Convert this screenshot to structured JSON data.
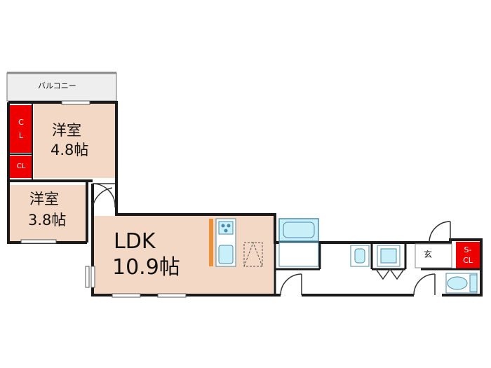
{
  "balcony": {
    "label": "バルコニー"
  },
  "rooms": {
    "western_a": {
      "name": "洋室",
      "size": "4.8帖"
    },
    "western_b": {
      "name": "洋室",
      "size": "3.8帖"
    },
    "ldk": {
      "name": "LDK",
      "size": "10.9帖"
    }
  },
  "closets": {
    "cl_large": {
      "line1": "C",
      "line2": "L"
    },
    "cl_small": {
      "label": "CL"
    },
    "shoe_cl": {
      "line1": "S-",
      "line2": "CL"
    }
  },
  "entrance": {
    "label": "玄"
  },
  "colors": {
    "room_fill": "#f3d8c5",
    "closet_fill": "#ee0000",
    "wall": "#1a1a1a",
    "fixture_fill": "#c9f0f8",
    "fixture_stroke": "#4a8aa8",
    "balcony_fill": "#eeeeee",
    "counter_fill": "#e9903a"
  }
}
